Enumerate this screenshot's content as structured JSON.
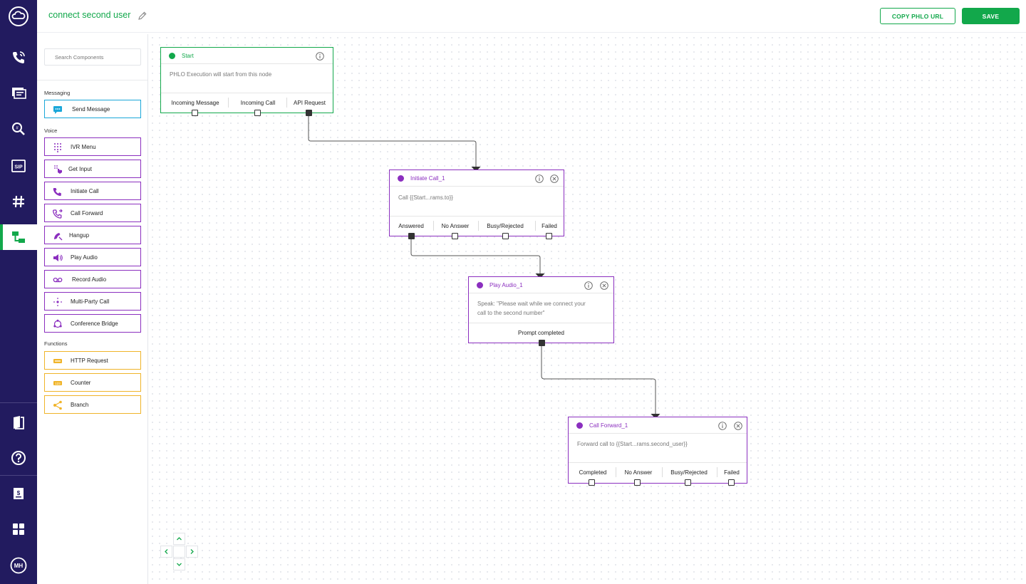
{
  "header": {
    "title": "connect second user",
    "copy_url_label": "COPY PHLO URL",
    "save_label": "SAVE"
  },
  "rail": {
    "icons": [
      "cloud-logo-icon",
      "phone-signal-icon",
      "messages-icon",
      "search-number-icon",
      "sip-icon",
      "hash-icon",
      "phlo-flow-icon",
      "book-icon",
      "help-icon",
      "billing-icon",
      "apps-grid-icon",
      "avatar"
    ],
    "avatar_initials": "MH"
  },
  "panel": {
    "search_placeholder": "Search Components",
    "groups": {
      "messaging": "Messaging",
      "voice": "Voice",
      "functions": "Functions"
    },
    "components": {
      "send_message": "Send Message",
      "ivr_menu": "IVR Menu",
      "get_input": "Get Input",
      "initiate_call": "Initiate Call",
      "call_forward": "Call Forward",
      "hangup": "Hangup",
      "play_audio": "Play Audio",
      "record_audio": "Record Audio",
      "multi_party_call": "Multi-Party Call",
      "conference_bridge": "Conference Bridge",
      "http_request": "HTTP Request",
      "counter": "Counter",
      "branch": "Branch"
    }
  },
  "colors": {
    "brand_green": "#12a84b",
    "voice_purple": "#8b2fbf",
    "messaging_blue": "#1aa7d9",
    "functions_yellow": "#f0b429",
    "rail_navy": "#221b5f"
  },
  "nodes": {
    "start": {
      "title": "Start",
      "body": "PHLO Execution will start from this node",
      "outputs": [
        "Incoming Message",
        "Incoming Call",
        "API Request"
      ]
    },
    "initiate_call": {
      "title": "Initiate Call_1",
      "body": "Call {{Start...rams.to}}",
      "outputs": [
        "Answered",
        "No Answer",
        "Busy/Rejected",
        "Failed"
      ]
    },
    "play_audio": {
      "title": "Play Audio_1",
      "body_line1": "Speak: \"Please wait while we connect your",
      "body_line2": "call to the second number\"",
      "outputs": [
        "Prompt completed"
      ]
    },
    "call_forward": {
      "title": "Call Forward_1",
      "body": "Forward call to {{Start...rams.second_user}}",
      "outputs": [
        "Completed",
        "No Answer",
        "Busy/Rejected",
        "Failed"
      ]
    }
  }
}
